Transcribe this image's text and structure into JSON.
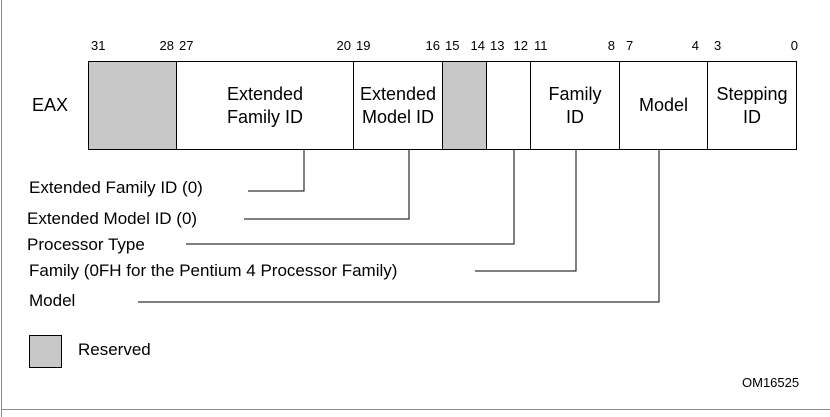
{
  "register": "EAX",
  "bit_numbers": {
    "b31": "31",
    "b28": "28",
    "b27": "27",
    "b20": "20",
    "b19": "19",
    "b16": "16",
    "b15": "15",
    "b14": "14",
    "b13": "13",
    "b12": "12",
    "b11": "11",
    "b8": "8",
    "b7": "7",
    "b4": "4",
    "b3": "3",
    "b0": "0"
  },
  "fields": {
    "reserved_high": {
      "label": "",
      "bits": "31-28",
      "reserved": true
    },
    "extended_family_id": {
      "label": "Extended\nFamily ID",
      "bits": "27-20"
    },
    "extended_model_id": {
      "label": "Extended\nModel ID",
      "bits": "19-16"
    },
    "reserved_mid": {
      "label": "",
      "bits": "15-14",
      "reserved": true
    },
    "processor_type": {
      "label": "",
      "bits": "13-12"
    },
    "family_id": {
      "label": "Family\nID",
      "bits": "11-8"
    },
    "model": {
      "label": "Model",
      "bits": "7-4"
    },
    "stepping_id": {
      "label": "Stepping\nID",
      "bits": "3-0"
    }
  },
  "callouts": {
    "extended_family_id": "Extended Family ID (0)",
    "extended_model_id": "Extended Model ID (0)",
    "processor_type": "Processor Type",
    "family": "Family (0FH for the Pentium 4 Processor Family)",
    "model": "Model"
  },
  "legend": {
    "reserved_label": "Reserved",
    "reserved_color": "#c8c8c8"
  },
  "figure_id": "OM16525"
}
